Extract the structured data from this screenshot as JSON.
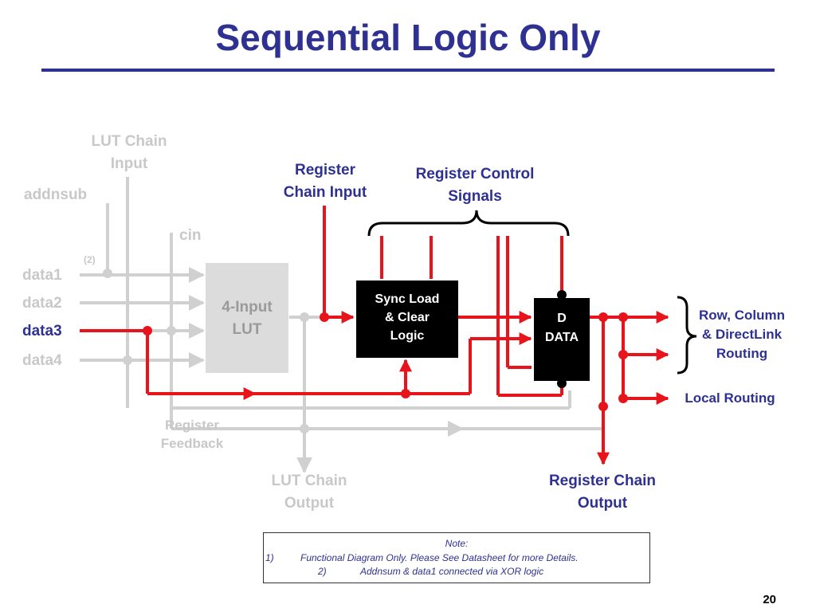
{
  "slide": {
    "title": "Sequential Logic Only",
    "page_number": "20"
  },
  "labels": {
    "lut_chain_input": "LUT Chain\nInput",
    "addnsub": "addnsub",
    "cin": "cin",
    "footnote_2": "(2)",
    "data1": "data1",
    "data2": "data2",
    "data3": "data3",
    "data4": "data4",
    "lut_block": "4-Input\nLUT",
    "register_chain_input": "Register\nChain Input",
    "register_control_signals": "Register Control\nSignals",
    "sync_load_block": "Sync Load\n& Clear\nLogic",
    "d_register_block": "D\nDATA",
    "row_column_routing": "Row, Column\n& DirectLink\nRouting",
    "local_routing": "Local Routing",
    "register_feedback": "Register\nFeedback",
    "lut_chain_output": "LUT Chain\nOutput",
    "register_chain_output": "Register Chain\nOutput"
  },
  "note": {
    "heading": "Note:",
    "item1_num": "1)",
    "item1_text": "Functional Diagram Only.  Please See Datasheet for more Details.",
    "item2_num": "2)",
    "item2_text": "Addnsum & data1 connected via XOR logic"
  },
  "colors": {
    "title": "#2e3192",
    "active_wire": "#e8141c",
    "inactive_wire": "#d0d0d0",
    "inactive_text": "#c8c8c8",
    "lut_fill": "#dcdcdc",
    "block_fill": "#000000"
  }
}
